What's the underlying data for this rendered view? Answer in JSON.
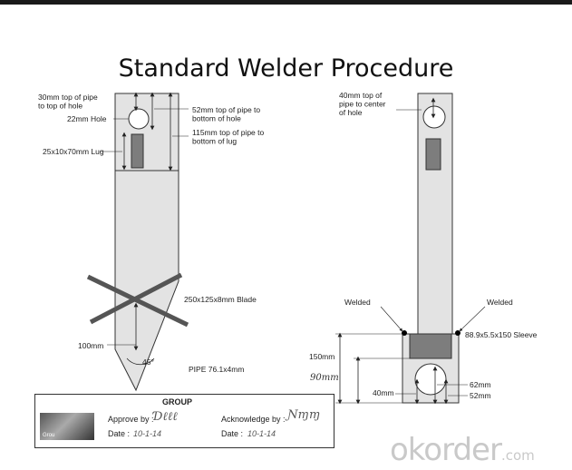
{
  "title": "Standard Welder Procedure",
  "left_part": {
    "labels": {
      "top_to_hole_top": "30mm top of pipe\nto top of hole",
      "hole": "22mm Hole",
      "top_to_hole_bottom": "52mm top of pipe to\nbottom of hole",
      "top_to_lug_bottom": "115mm top of pipe to\nbottom of lug",
      "lug": "25x10x70mm Lug",
      "blade": "250x125x8mm Blade",
      "dim_100": "100mm",
      "angle": "45°",
      "pipe": "PIPE 76.1x4mm"
    }
  },
  "right_part": {
    "labels": {
      "top_to_hole_center": "40mm top of\npipe to center\nof hole",
      "welded_left": "Welded",
      "welded_right": "Welded",
      "sleeve": "88.9x5.5x150 Sleeve",
      "dim_150": "150mm",
      "dim_90": "90mm",
      "dim_40": "40mm",
      "dim_62": "62mm",
      "dim_52": "52mm"
    }
  },
  "approval_stamp": {
    "company": "GROUP",
    "logo_text": "Grou",
    "approve_label": "Approve by :",
    "acknowledge_label": "Acknowledge by :",
    "date_label_1": "Date :",
    "date_value_1": "10-1-14",
    "date_label_2": "Date :",
    "date_value_2": "10-1-14"
  },
  "watermark": {
    "brand": "okorder",
    "suffix": ".com"
  },
  "colors": {
    "part_fill": "#e3e3e3",
    "lug_fill": "#7d7d7d",
    "weld_dot": "#000000",
    "watermark": "#c9c9c9"
  }
}
